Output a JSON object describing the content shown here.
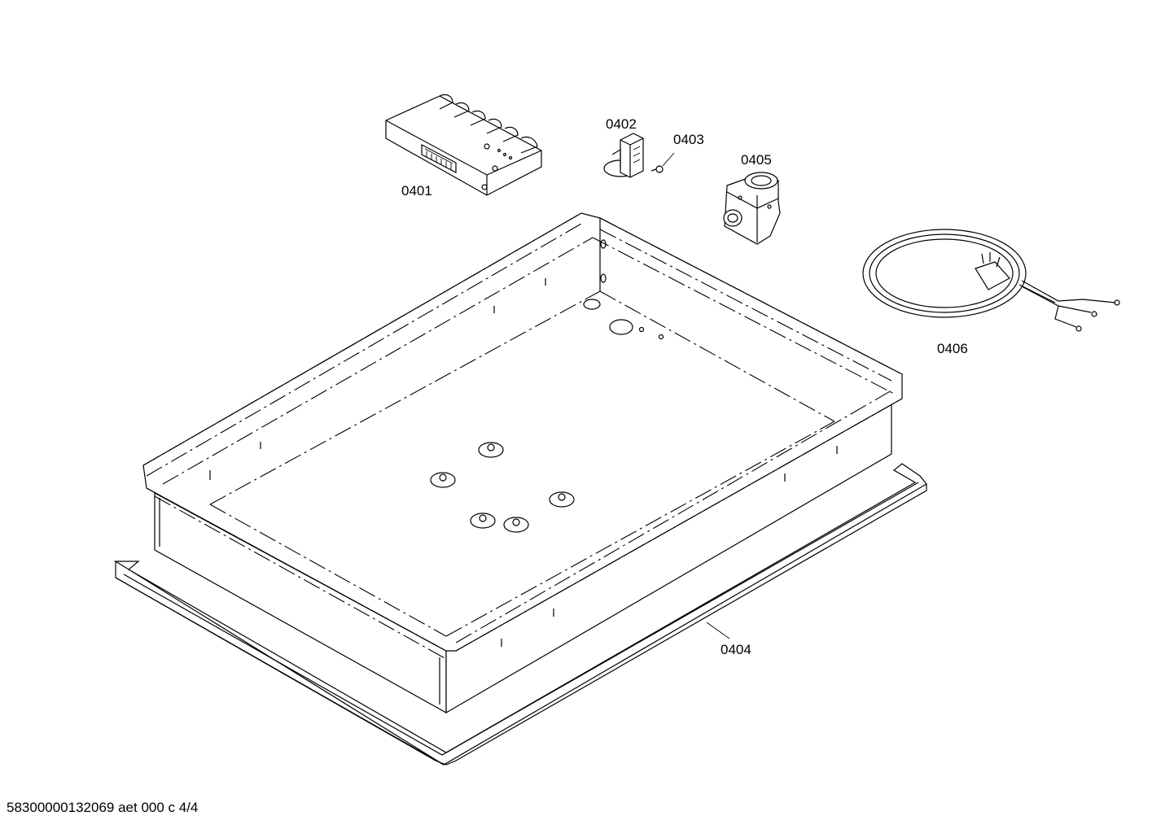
{
  "parts": [
    {
      "id": "control-module",
      "label": "0401"
    },
    {
      "id": "terminal-block",
      "label": "0402"
    },
    {
      "id": "screw",
      "label": "0403"
    },
    {
      "id": "hob-tray",
      "label": "0404"
    },
    {
      "id": "gas-regulator",
      "label": "0405"
    },
    {
      "id": "power-cord",
      "label": "0406"
    }
  ],
  "footer": "58300000132069 aet 000 c 4/4"
}
